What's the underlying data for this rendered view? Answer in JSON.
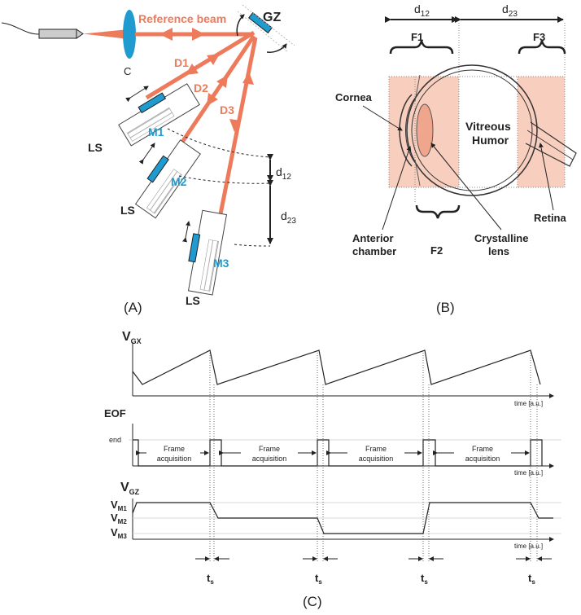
{
  "panel_a": {
    "reference_beam": "Reference beam",
    "gz": "GZ",
    "c": "C",
    "d1": "D1",
    "d2": "D2",
    "d3": "D3",
    "m1": "M1",
    "m2": "M2",
    "m3": "M3",
    "ls": "LS",
    "d12_base": "d",
    "d12_sub": "12",
    "d23_base": "d",
    "d23_sub": "23",
    "caption": "(A)"
  },
  "panel_b": {
    "d12_base": "d",
    "d12_sub": "12",
    "d23_base": "d",
    "d23_sub": "23",
    "f1": "F1",
    "f2": "F2",
    "f3": "F3",
    "cornea": "Cornea",
    "vitreous_1": "Vitreous",
    "vitreous_2": "Humor",
    "retina": "Retina",
    "anterior_1": "Anterior",
    "anterior_2": "chamber",
    "crystalline_1": "Crystalline",
    "crystalline_2": "lens",
    "caption": "(B)"
  },
  "panel_c": {
    "vgx_base": "V",
    "vgx_sub": "GX",
    "time1": "time [a.u.]",
    "eof": "EOF",
    "end": "end",
    "frame_1": "Frame",
    "frame_2": "acquisition",
    "vgz_base": "V",
    "vgz_sub": "GZ",
    "vm1_base": "V",
    "vm1_sub": "M1",
    "vm2_base": "V",
    "vm2_sub": "M2",
    "vm3_base": "V",
    "vm3_sub": "M3",
    "time2": "time [a.u.]",
    "time3": "time [a.u.]",
    "ts_base": "t",
    "ts_sub": "s",
    "caption": "(C)"
  }
}
